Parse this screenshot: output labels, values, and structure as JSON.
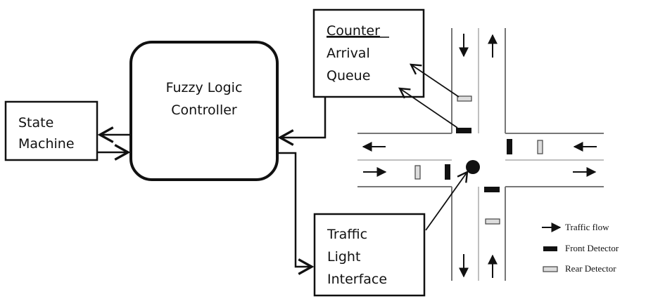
{
  "boxes": {
    "state_machine": {
      "line1": "State",
      "line2": "Machine"
    },
    "fuzzy_controller": {
      "line1": "Fuzzy Logic",
      "line2": "Controller"
    },
    "counter": {
      "title": "Counter",
      "line2": "Arrival",
      "line3": "Queue"
    },
    "traffic_light": {
      "line1": "Traffic",
      "line2": "Light",
      "line3": "Interface"
    }
  },
  "legend": {
    "traffic_flow": "Traffic flow",
    "front_detector": "Front Detector",
    "rear_detector": "Rear Detector"
  },
  "colors": {
    "stroke": "#111111",
    "road": "#888888",
    "rear_fill": "#dddddd"
  }
}
